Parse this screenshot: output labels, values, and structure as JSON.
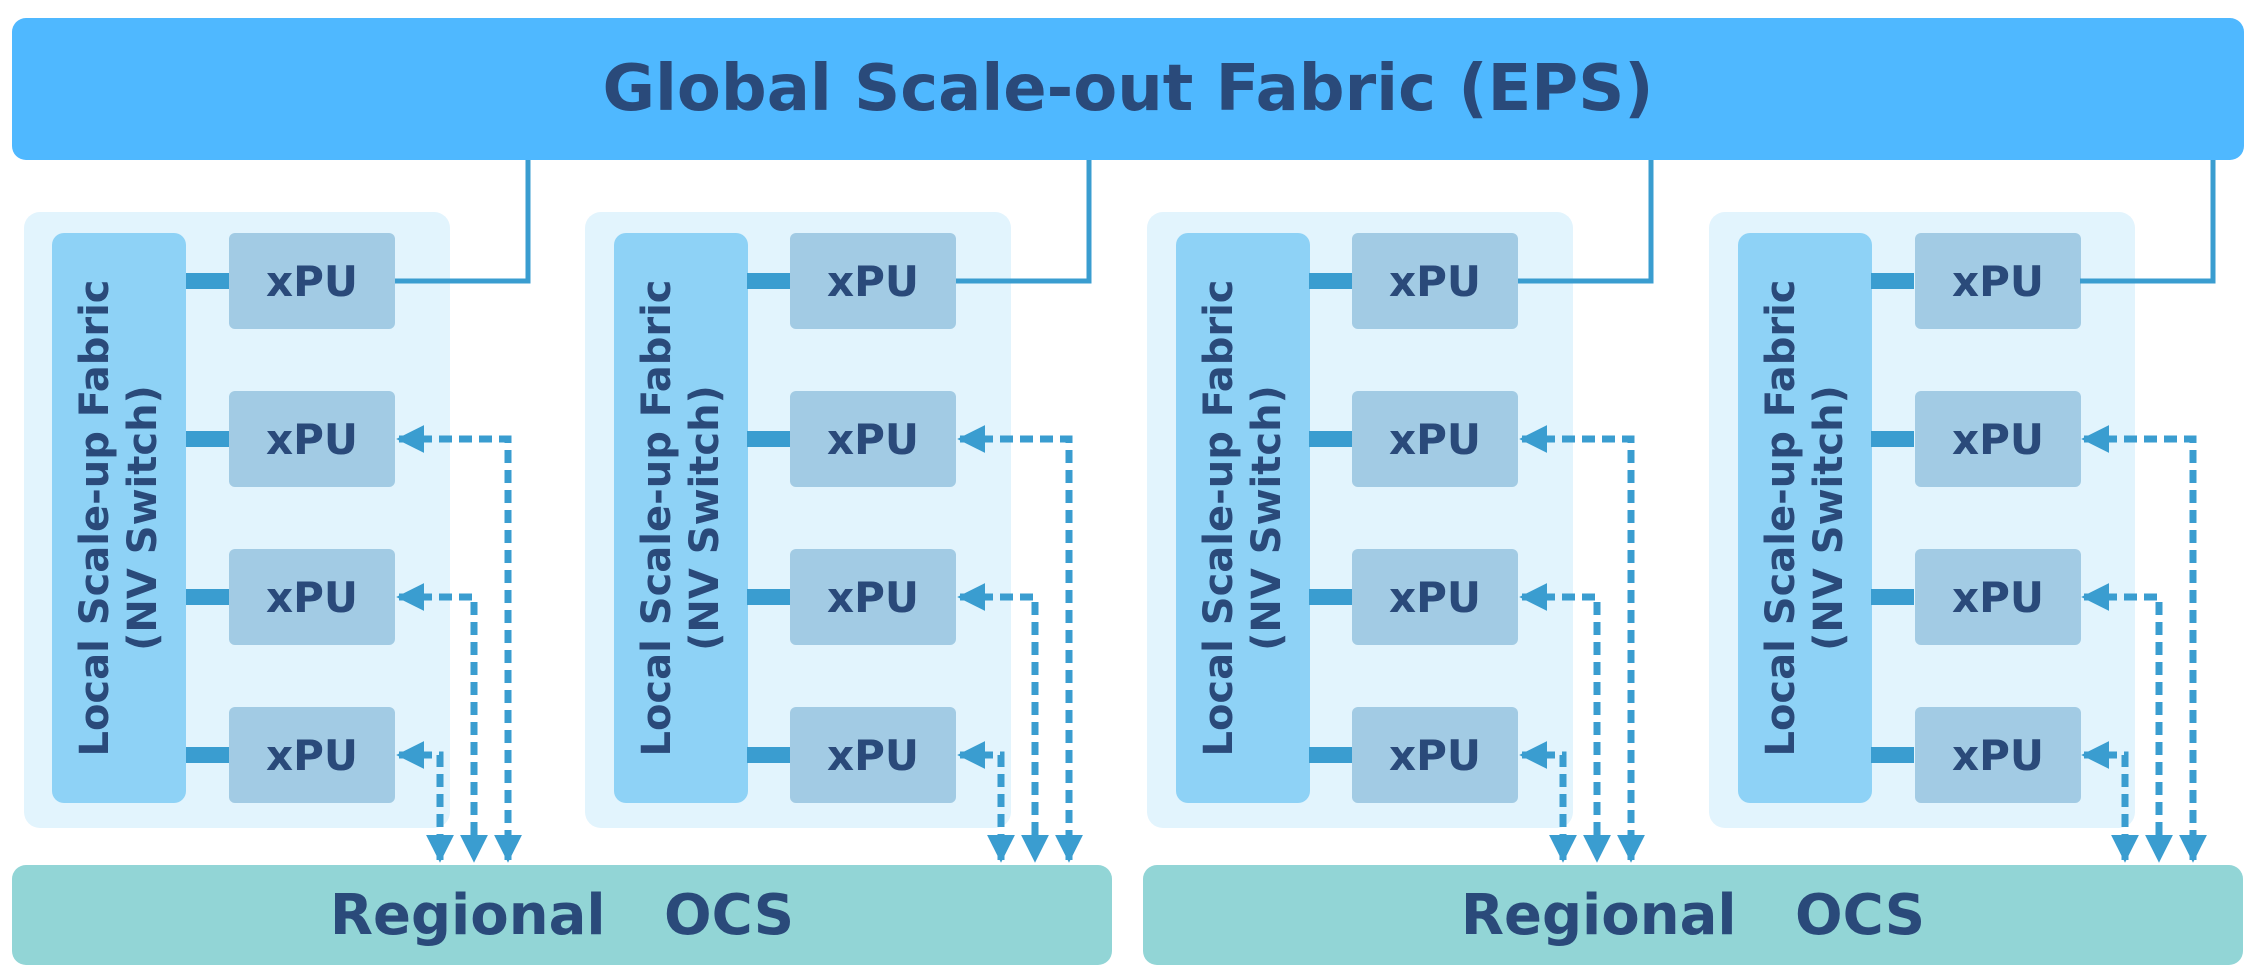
{
  "title": "Global Scale-out Fabric (EPS)",
  "pods": [
    {
      "switch_line1": "Local Scale-up Fabric",
      "switch_line2": "(NV Switch)",
      "xpus": [
        "xPU",
        "xPU",
        "xPU",
        "xPU"
      ]
    },
    {
      "switch_line1": "Local Scale-up Fabric",
      "switch_line2": "(NV Switch)",
      "xpus": [
        "xPU",
        "xPU",
        "xPU",
        "xPU"
      ]
    },
    {
      "switch_line1": "Local Scale-up Fabric",
      "switch_line2": "(NV Switch)",
      "xpus": [
        "xPU",
        "xPU",
        "xPU",
        "xPU"
      ]
    },
    {
      "switch_line1": "Local Scale-up Fabric",
      "switch_line2": "(NV Switch)",
      "xpus": [
        "xPU",
        "xPU",
        "xPU",
        "xPU"
      ]
    }
  ],
  "ocs": [
    "Regional   OCS",
    "Regional   OCS"
  ],
  "colors": {
    "eps": "#4fb8ff",
    "pod_background": "#e2f4fd",
    "switch": "#8ed2f6",
    "xpu": "#a2cbe4",
    "ocs": "#92d5d6",
    "link": "#3a9dd0",
    "text": "#2a4a7a"
  }
}
